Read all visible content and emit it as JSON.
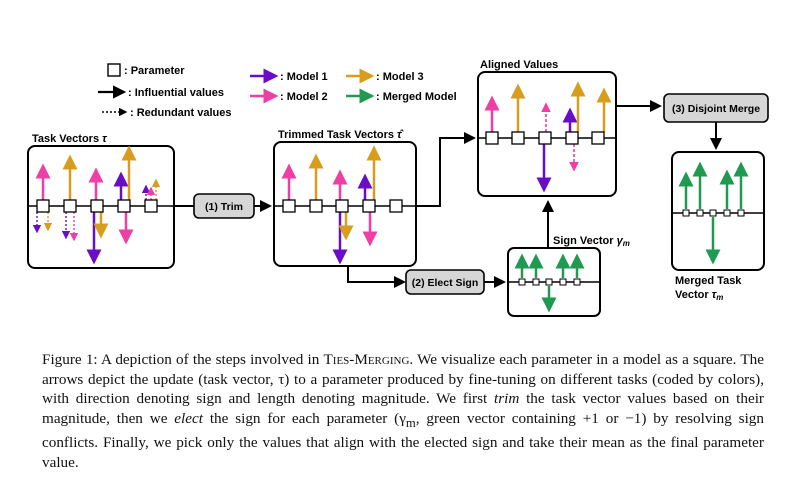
{
  "legend": {
    "parameter": ": Parameter",
    "influential": ": Influential values",
    "redundant": ": Redundant values",
    "model1": ": Model 1",
    "model2": ": Model 2",
    "model3": ": Model 3",
    "merged": ": Merged Model"
  },
  "panels": {
    "task_vectors": "Task Vectors",
    "task_vectors_sym": "τ",
    "trimmed": "Trimmed Task Vectors",
    "trimmed_sym": "τ̂",
    "aligned": "Aligned Values",
    "sign_vector": "Sign Vector",
    "sign_vector_sym": "γ",
    "sign_vector_sub": "m",
    "merged_line1": "Merged Task",
    "merged_line2": "Vector",
    "merged_sym": "τ",
    "merged_sub": "m"
  },
  "steps": {
    "trim": "(1) Trim",
    "elect": "(2) Elect Sign",
    "merge": "(3) Disjoint Merge"
  },
  "colors": {
    "model1": "#6a0dc7",
    "model2": "#ee3fa6",
    "model3": "#d89d1c",
    "merged": "#1f9a50",
    "step_box": "#d6d6d6"
  },
  "caption": {
    "prefix": "Figure 1:  A depiction of the steps involved in ",
    "method": "Ties-Merging",
    "p1": ". We visualize each parameter in a model as a square. The arrows depict the update (task vector, τ) to a parameter produced by fine-tuning on different tasks (coded by colors), with direction denoting sign and length denoting magnitude. We first ",
    "trim": "trim",
    "p2": " the task vector values based on their magnitude, then we ",
    "elect": "elect",
    "p3": " the sign for each parameter (γ",
    "p3_sub": "m",
    "p4": ", green vector containing +1 or −1) by resolving sign conflicts. Finally, we pick only the values that align with the elected sign and take their mean as the final parameter value."
  }
}
